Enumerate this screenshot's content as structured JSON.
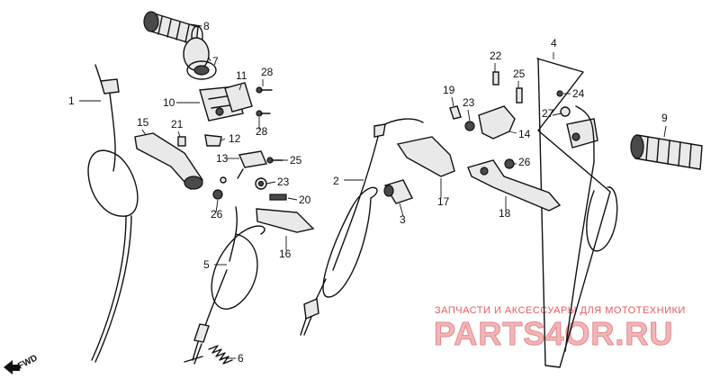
{
  "diagram": {
    "callouts": [
      "1",
      "2",
      "3",
      "4",
      "5",
      "6",
      "7",
      "8",
      "9",
      "10",
      "11",
      "12",
      "13",
      "14",
      "15",
      "16",
      "17",
      "18",
      "19",
      "20",
      "21",
      "22",
      "23",
      "23",
      "24",
      "25",
      "25",
      "26",
      "26",
      "27",
      "28",
      "28"
    ]
  },
  "watermark": {
    "tagline": "ЗАПЧАСТИ И АКСЕССУАРЫ ДЛЯ МОТОТЕХНИКИ",
    "brand": "PARTS4OR.RU"
  },
  "direction": {
    "label": "FWD"
  },
  "colors": {
    "line": "#111111",
    "watermark": "#e85a5a"
  }
}
